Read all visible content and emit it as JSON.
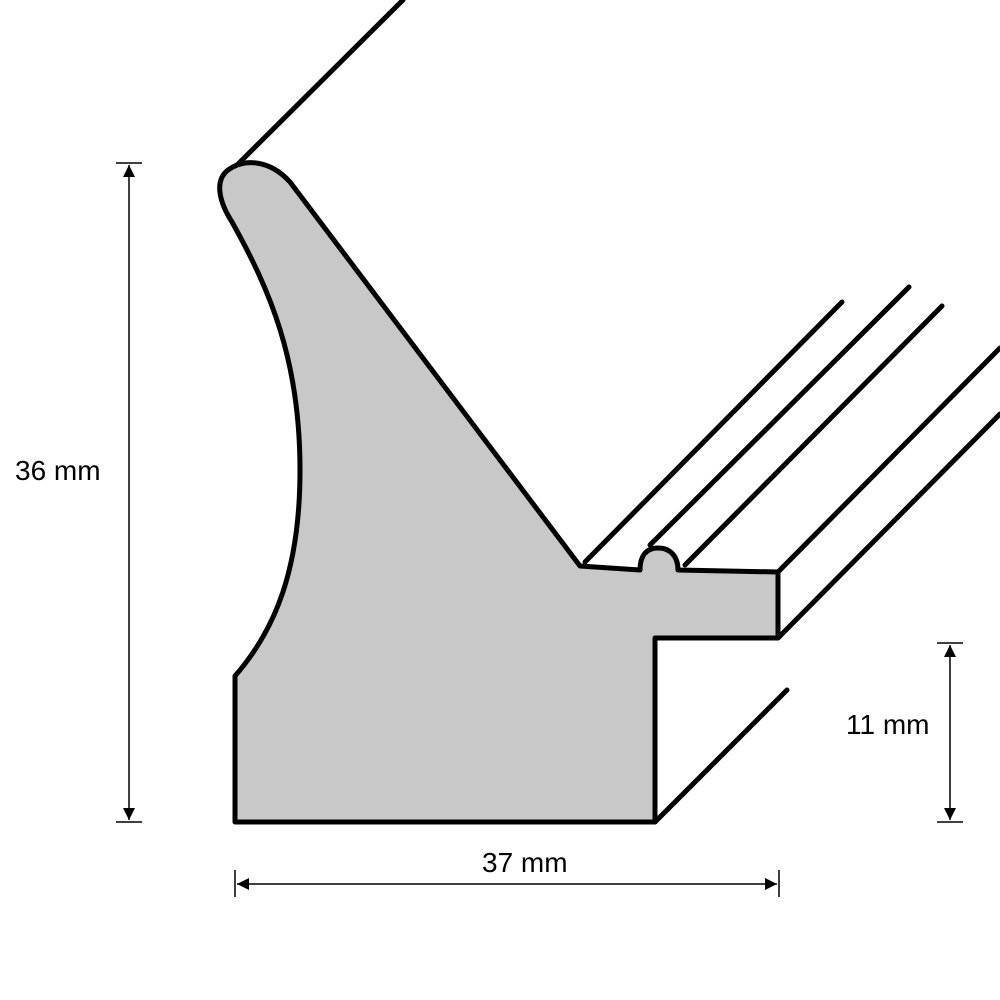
{
  "diagram": {
    "subject": "Picture frame moulding profile (cross-section)",
    "colors": {
      "profile_fill": "#c8c8c8",
      "outline": "#000000",
      "background": "#ffffff"
    },
    "dimensions": {
      "height": {
        "label": "36 mm",
        "value_mm": 36
      },
      "rebate_height": {
        "label": "11 mm",
        "value_mm": 11
      },
      "width": {
        "label": "37 mm",
        "value_mm": 37
      }
    }
  }
}
